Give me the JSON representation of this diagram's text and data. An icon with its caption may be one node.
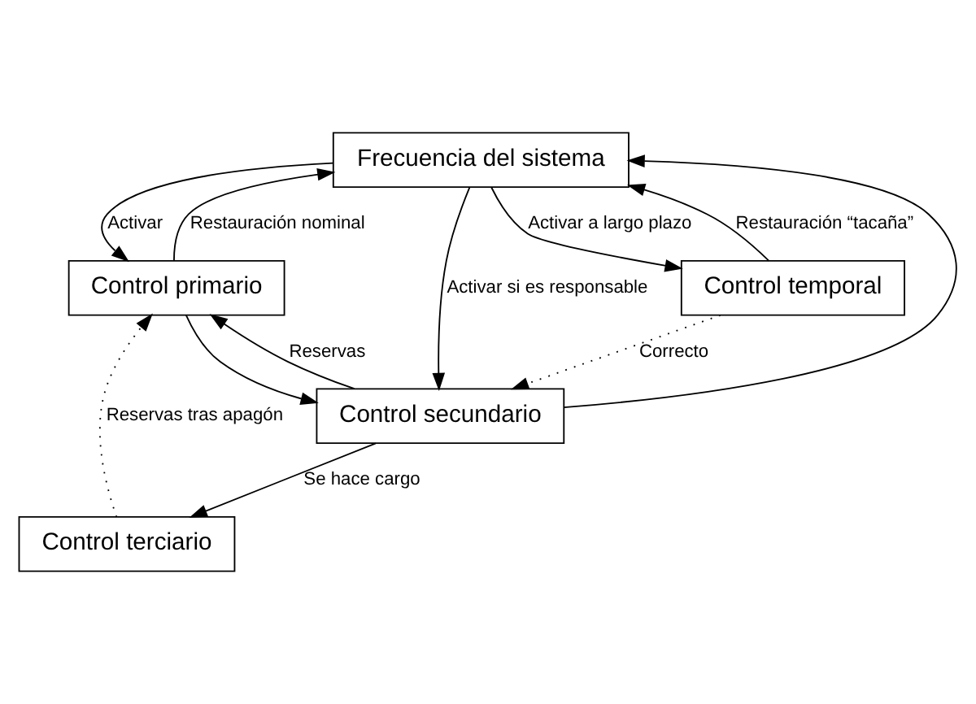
{
  "diagram": {
    "nodes": [
      {
        "text": [
          "Frecuencia del sistema"
        ]
      },
      {
        "text": [
          "Control primario"
        ]
      },
      {
        "text": [
          "Control secundario"
        ]
      },
      {
        "text": [
          "Control terciario"
        ]
      },
      {
        "text": [
          "Control temporal"
        ]
      }
    ],
    "edges": [
      {
        "from": 4,
        "to": 0,
        "arrow": "to",
        "label": "Restauración “tacaña”"
      },
      {
        "from": 1,
        "to": 0,
        "arrow": "to",
        "label": "Restauración nominal"
      },
      {
        "from": 2,
        "to": 0,
        "arrow": "to"
      },
      {
        "from": 0,
        "to": 1,
        "arrow": "to",
        "label": "Activar"
      },
      {
        "from": 0,
        "to": 2,
        "arrow": "to",
        "label": "Activar si es responsable"
      },
      {
        "from": 1,
        "to": 2,
        "arrow": "to"
      },
      {
        "from": 0,
        "to": 4,
        "arrow": "to",
        "label": "Activar a largo plazo"
      },
      {
        "from": 2,
        "to": 1,
        "arrow": "to",
        "label": "Reservas"
      },
      {
        "from": 3,
        "to": 1,
        "arrow": "to",
        "label": "Reservas tras apagón",
        "style": "dashed"
      },
      {
        "from": 4,
        "to": 2,
        "arrow": "to",
        "label": "Correcto",
        "style": "dashed"
      },
      {
        "from": 2,
        "to": 3,
        "arrow": "to",
        "label": "Se hace cargo"
      }
    ]
  }
}
